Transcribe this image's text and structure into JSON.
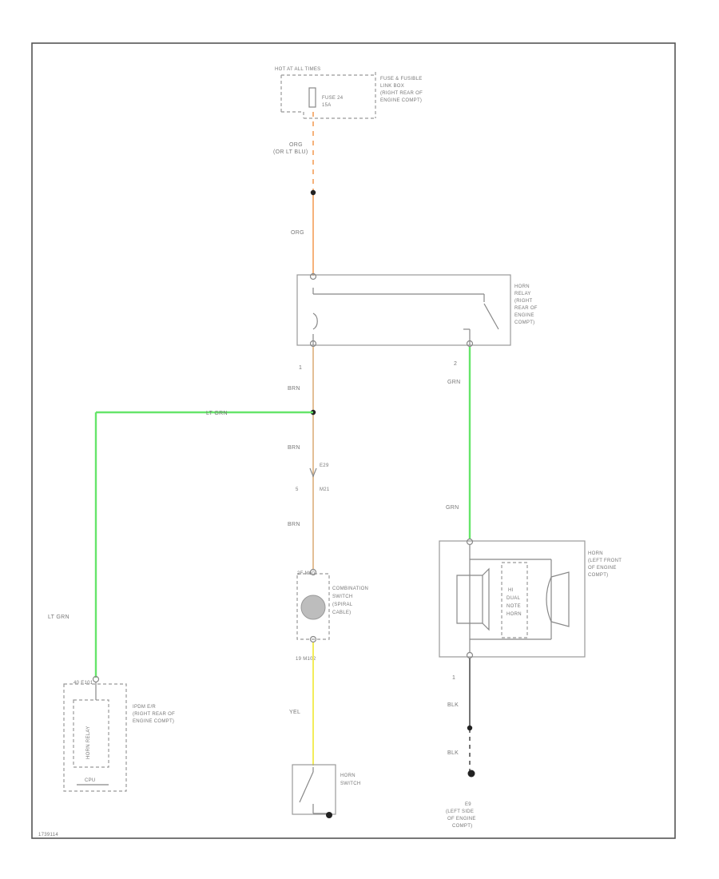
{
  "fuse_box": {
    "header": "HOT AT ALL TIMES",
    "fuse_label": [
      "FUSE 24",
      "15A"
    ],
    "location": [
      "FUSE & FUSIBLE",
      "LINK BOX",
      "(RIGHT REAR OF",
      "ENGINE COMPT)"
    ]
  },
  "wires": {
    "orn_lt_blu": [
      "ORG",
      "(OR LT BLU)"
    ],
    "orn": "ORG",
    "brn_1": "BRN",
    "lt_grn_h": "LT GRN",
    "brn_2": "BRN",
    "brn_3": "BRN",
    "grn_1": "GRN",
    "grn_2": "GRN",
    "lt_grn_v": "LT GRN",
    "yel": "YEL",
    "blk_1": "BLK",
    "blk_2": "BLK"
  },
  "horn_relay": {
    "label": [
      "HORN",
      "RELAY",
      "(RIGHT",
      "REAR OF",
      "ENGINE",
      "COMPT)"
    ],
    "pin_1": "1",
    "pin_2": "2"
  },
  "connector": {
    "top": "E29",
    "pin": "5",
    "bottom": "M21"
  },
  "combination_switch": {
    "top_pins": "2F   M60",
    "label": [
      "COMBINATION",
      "SWITCH",
      "(SPIRAL",
      "CABLE)"
    ],
    "bottom_pins": "19   M102"
  },
  "horn_switch": {
    "label": [
      "HORN",
      "SWITCH"
    ]
  },
  "horn": {
    "label": [
      "HORN",
      "(LEFT FRONT",
      "OF ENGINE",
      "COMPT)"
    ],
    "inner_label": [
      "HI",
      "DUAL",
      "NOTE",
      "HORN"
    ],
    "pin_1": "1"
  },
  "ipdm": {
    "header": "40   E101",
    "label": [
      "IPDM E/R",
      "(RIGHT REAR OF",
      "ENGINE COMPT)"
    ],
    "inner_label": "HORN RELAY",
    "cpu": "CPU"
  },
  "ground": {
    "label": [
      "E9",
      "(LEFT SIDE",
      "OF ENGINE",
      "COMPT)"
    ]
  },
  "figure_id": "1739114"
}
